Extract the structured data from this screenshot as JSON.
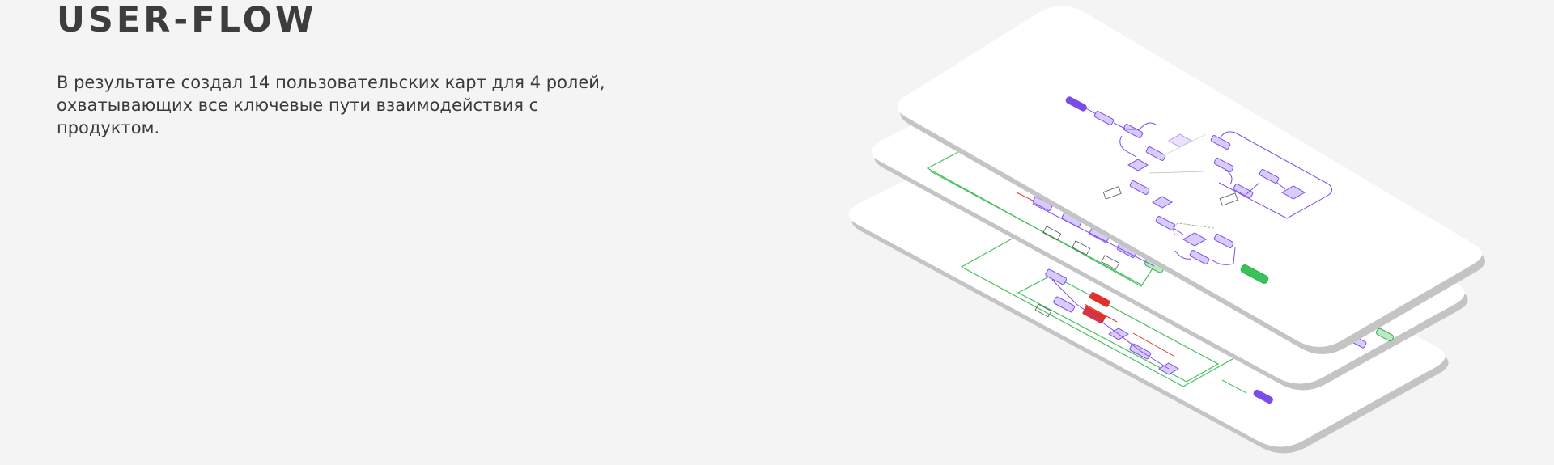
{
  "section": {
    "title": "USER-FLOW",
    "description": "В результате создал 14 пользовательских карт для 4 ролей, охватывающих все ключевые пути взаимодействия с продуктом."
  },
  "illustration": {
    "kind": "isometric-stack-of-user-flow-boards",
    "board_count": 3,
    "colors": {
      "board": "#ffffff",
      "board_shadow": "#c8c8c8",
      "flow_primary": "#7b4de8",
      "flow_fill": "#d9ccfb",
      "success": "#2fb24a",
      "error": "#e2312b",
      "connector_green": "#47c05e"
    }
  }
}
